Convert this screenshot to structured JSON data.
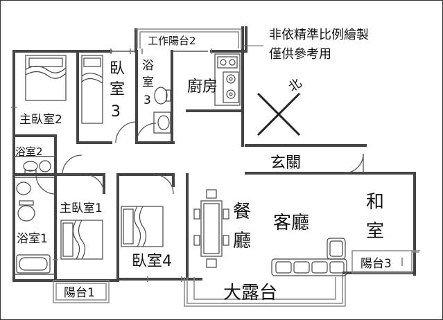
{
  "note": {
    "line1": "非依精準比例繪製",
    "line2": "僅供參考用"
  },
  "north": {
    "label": "北"
  },
  "rooms": {
    "utility_balcony": "工作陽台2",
    "master_bedroom_2": "主臥室2",
    "bedroom_3_a": "臥",
    "bedroom_3_b": "室",
    "bedroom_3_c": "3",
    "bath_3_a": "浴",
    "bath_3_b": "室",
    "bath_3_c": "3",
    "kitchen": "廚房",
    "bath_2": "浴室2",
    "entrance": "玄關",
    "master_bedroom_1": "主臥室1",
    "bath_1": "浴室1",
    "bedroom_4": "臥室4",
    "dining_a": "餐",
    "dining_b": "廳",
    "living": "客廳",
    "japanese_room_a": "和",
    "japanese_room_b": "室",
    "balcony_3": "陽台3",
    "balcony_1": "陽台1",
    "terrace": "大露台"
  }
}
